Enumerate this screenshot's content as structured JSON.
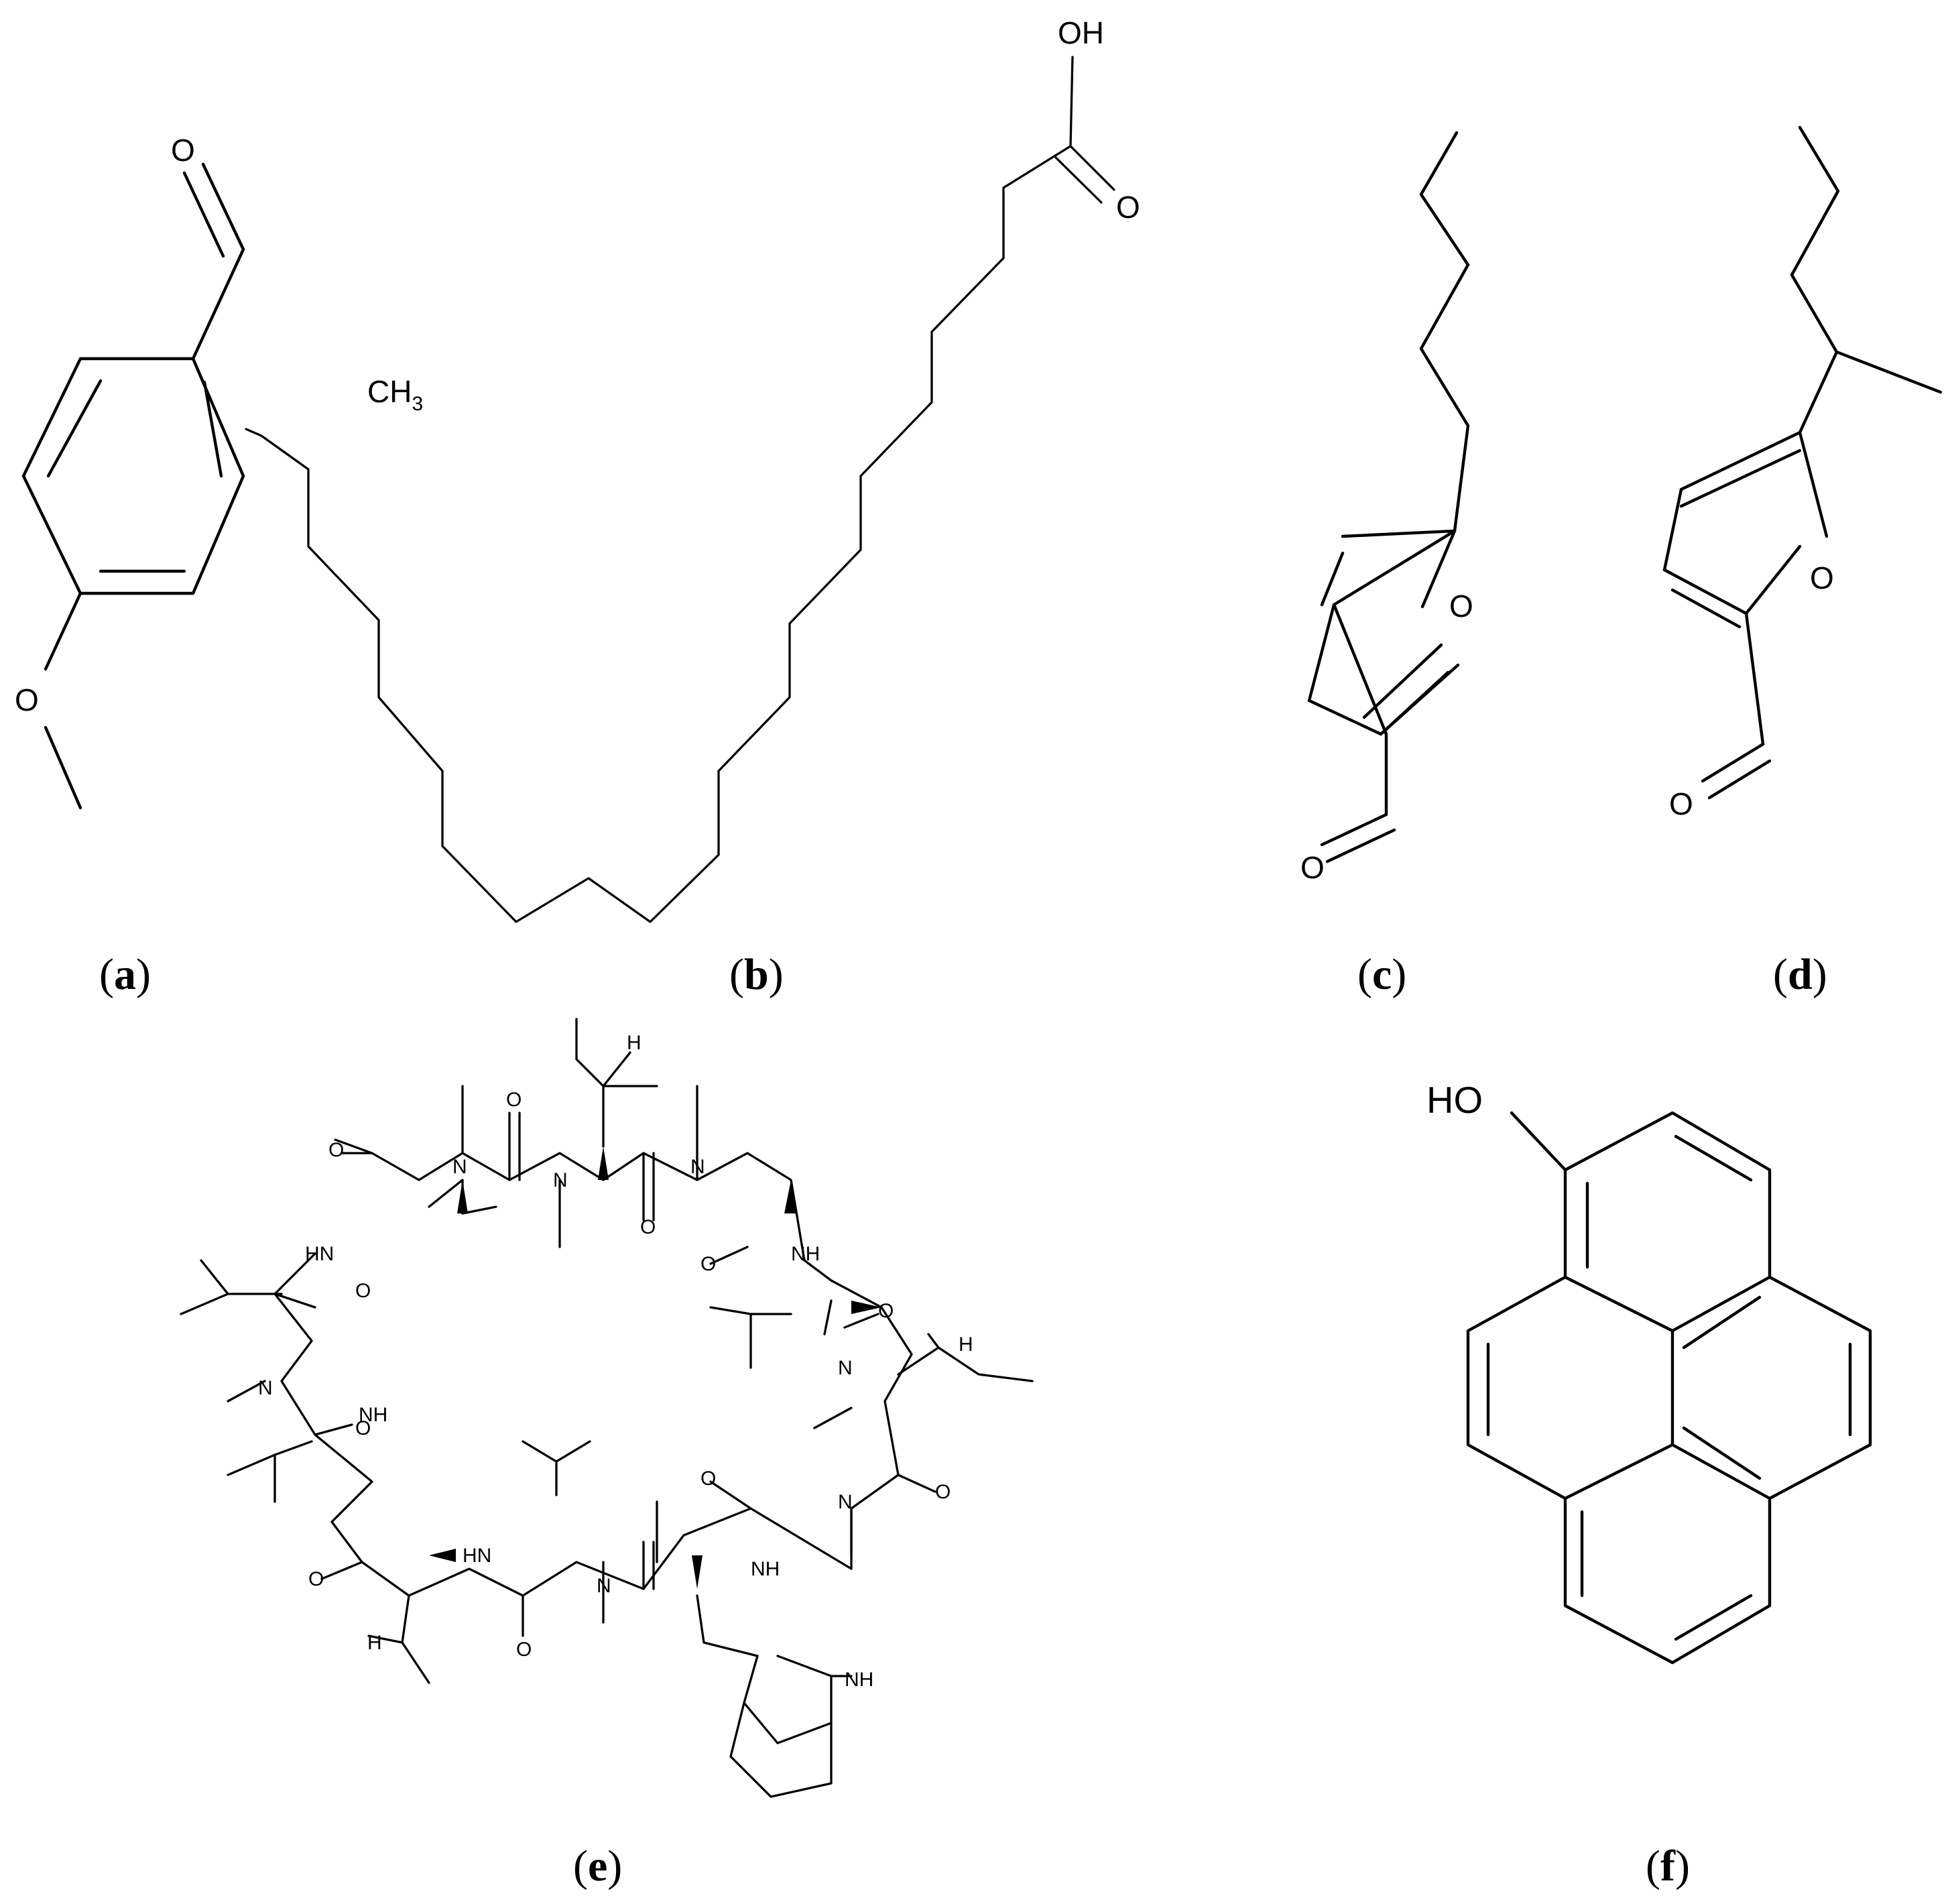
{
  "panels": [
    {
      "id": "a",
      "caption_open": "(",
      "caption_letter": "a",
      "caption_close": ")"
    },
    {
      "id": "b",
      "caption_open": "(",
      "caption_letter": "b",
      "caption_close": ")"
    },
    {
      "id": "c",
      "caption_open": "(",
      "caption_letter": "c",
      "caption_close": ")"
    },
    {
      "id": "d",
      "caption_open": "(",
      "caption_letter": "d",
      "caption_close": ")"
    },
    {
      "id": "e",
      "caption_open": "(",
      "caption_letter": "e",
      "caption_close": ")"
    },
    {
      "id": "f",
      "caption_open": "(",
      "caption_letter": "f",
      "caption_close": ")"
    }
  ],
  "labels": {
    "oxygen": "O",
    "hydroxyl": "OH",
    "hydroxyl_left": "HO",
    "methyl_main": "CH",
    "methyl_sub": "3",
    "nitrogen": "N",
    "amide_nh": "HN",
    "amine_nh": "NH",
    "hydrogen": "H"
  }
}
